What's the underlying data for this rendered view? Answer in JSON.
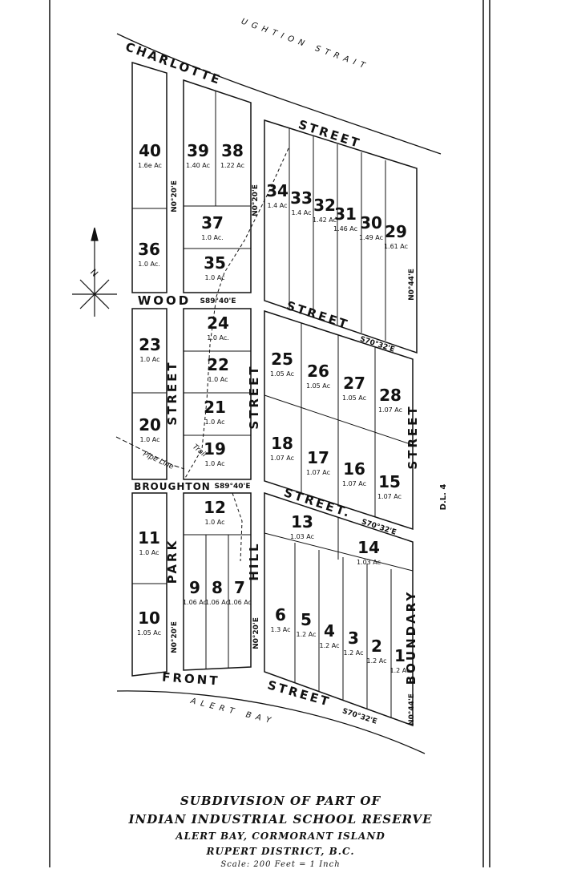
{
  "waters": {
    "strait": "UGHTION STRAIT",
    "bay": "ALERT BAY"
  },
  "streets": {
    "charlotte": "CHARLOTTE",
    "charlotte_street": "STREET",
    "wood": "WOOD",
    "wood_street": "STREET",
    "broughton": "BROUGHTON",
    "broughton_street": "STREET.",
    "park": "PARK",
    "park_street": "STREET",
    "hill_street": "STREET",
    "hill": "HILL",
    "front": "FRONT",
    "front_street": "STREET",
    "boundary_street": "STREET",
    "boundary": "BOUNDARY"
  },
  "bearings": {
    "wood": "S89°40'E",
    "wood_street": "S70°32'E",
    "broughton": "S89°40'E",
    "broughton_street": "S70°32'E",
    "front_street": "S70°32'E",
    "n_park": "N0°20'E",
    "n_hill": "N0°20'E",
    "s_park": "N0°20'E",
    "s_hill": "N0°20'E",
    "boundary_north": "N0°44'E",
    "boundary_south": "N0°44'E"
  },
  "notes": {
    "pipe_line": "Pipe Line",
    "trail": "Trail",
    "district_lot": "D.L. 4"
  },
  "lots": [
    {
      "num": "40",
      "area": "1.6e Ac"
    },
    {
      "num": "39",
      "area": "1.40 Ac"
    },
    {
      "num": "38",
      "area": "1.22 Ac"
    },
    {
      "num": "37",
      "area": "1.0 Ac."
    },
    {
      "num": "35",
      "area": "1.0 Ac"
    },
    {
      "num": "36",
      "area": "1.0 Ac."
    },
    {
      "num": "34",
      "area": "1.4 Ac"
    },
    {
      "num": "33",
      "area": "1.4 Ac"
    },
    {
      "num": "32",
      "area": "1.42 Ac"
    },
    {
      "num": "31",
      "area": "1.46 Ac"
    },
    {
      "num": "30",
      "area": "1.49 Ac"
    },
    {
      "num": "29",
      "area": "1.61 Ac"
    },
    {
      "num": "24",
      "area": "1.0 Ac."
    },
    {
      "num": "22",
      "area": "1.0 Ac"
    },
    {
      "num": "21",
      "area": "1.0 Ac"
    },
    {
      "num": "19",
      "area": "1.0 Ac"
    },
    {
      "num": "23",
      "area": "1.0 Ac"
    },
    {
      "num": "20",
      "area": "1.0 Ac"
    },
    {
      "num": "25",
      "area": "1.05 Ac"
    },
    {
      "num": "26",
      "area": "1.05 Ac"
    },
    {
      "num": "27",
      "area": "1.05 Ac"
    },
    {
      "num": "28",
      "area": "1.07 Ac"
    },
    {
      "num": "18",
      "area": "1.07 Ac"
    },
    {
      "num": "17",
      "area": "1.07 Ac"
    },
    {
      "num": "16",
      "area": "1.07 Ac"
    },
    {
      "num": "15",
      "area": "1.07 Ac"
    },
    {
      "num": "12",
      "area": "1.0 Ac"
    },
    {
      "num": "13",
      "area": "1.03 Ac"
    },
    {
      "num": "14",
      "area": "1.03 Ac"
    },
    {
      "num": "11",
      "area": "1.0 Ac"
    },
    {
      "num": "10",
      "area": "1.05 Ac"
    },
    {
      "num": "9",
      "area": "1.06 Ac"
    },
    {
      "num": "8",
      "area": "1.06 Ac"
    },
    {
      "num": "7",
      "area": "1.06 Ac"
    },
    {
      "num": "6",
      "area": "1.3 Ac"
    },
    {
      "num": "5",
      "area": "1.2 Ac"
    },
    {
      "num": "4",
      "area": "1.2 Ac"
    },
    {
      "num": "3",
      "area": "1.2 Ac"
    },
    {
      "num": "2",
      "area": "1.2 Ac"
    },
    {
      "num": "1",
      "area": "1.2 Ac"
    }
  ],
  "title": {
    "line1": "SUBDIVISION OF PART OF",
    "line2": "INDIAN INDUSTRIAL SCHOOL RESERVE",
    "line3": "ALERT BAY, CORMORANT ISLAND",
    "line4": "RUPERT DISTRICT, B.C.",
    "scale": "Scale: 200 Feet = 1 Inch"
  }
}
